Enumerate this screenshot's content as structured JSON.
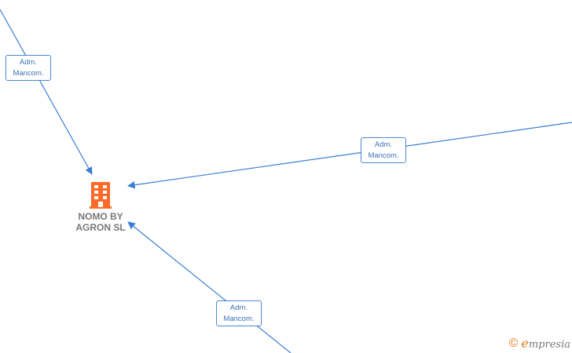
{
  "diagram": {
    "company": {
      "name": "NOMO BY\nAGRON  SL",
      "icon": "building-icon",
      "color": "#ff6a2b"
    },
    "edges": [
      {
        "id": "edge-top-left",
        "label": "Adm.\nMancom."
      },
      {
        "id": "edge-right",
        "label": "Adm.\nMancom."
      },
      {
        "id": "edge-bottom",
        "label": "Adm.\nMancom."
      }
    ],
    "edge_color": "#3a7dd6"
  },
  "brand": {
    "copyright": "©",
    "first_letter": "e",
    "rest": "mpresia",
    "accent_color": "#e07a1c"
  }
}
